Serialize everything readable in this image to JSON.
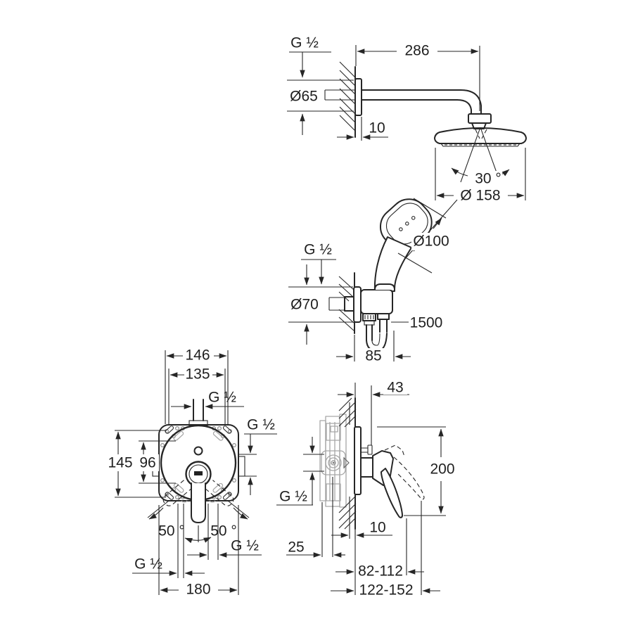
{
  "drawing": {
    "background": "#ffffff",
    "line_color": "#262626",
    "gray_part_color": "#a6a6a6",
    "description": "technical dimension drawing of shower set: head shower with arm, hand shower with holder, concealed single-lever mixer front and side views"
  },
  "views": {
    "head_shower": {
      "labels": {
        "thread": "G ½",
        "flange_dia": "Ø65",
        "arm_projection": "286",
        "plate_thickness": "10",
        "swivel_angle": "30 °",
        "head_dia": "Ø 158"
      }
    },
    "hand_shower": {
      "labels": {
        "thread": "G ½",
        "flange_dia": "Ø70",
        "head_dia": "Ø100",
        "hose_length": "1500",
        "wall_offset": "85"
      }
    },
    "mixer_front": {
      "labels": {
        "width_outer": "146",
        "width_holes": "135",
        "thread_top": "G ½",
        "thread_right": "G ½",
        "height_outer": "145",
        "height_holes": "96",
        "angle_left": "50 °",
        "angle_right": "50 °",
        "thread_bottom_left": "G ½",
        "thread_bottom_right": "G ½",
        "width_total": "180"
      }
    },
    "mixer_side": {
      "labels": {
        "pin_depth": "43",
        "height": "200",
        "thread": "G ½",
        "port_depth": "25",
        "tile_thickness": "10",
        "install_range_min": "82-112",
        "install_range_max": "122-152"
      }
    }
  }
}
